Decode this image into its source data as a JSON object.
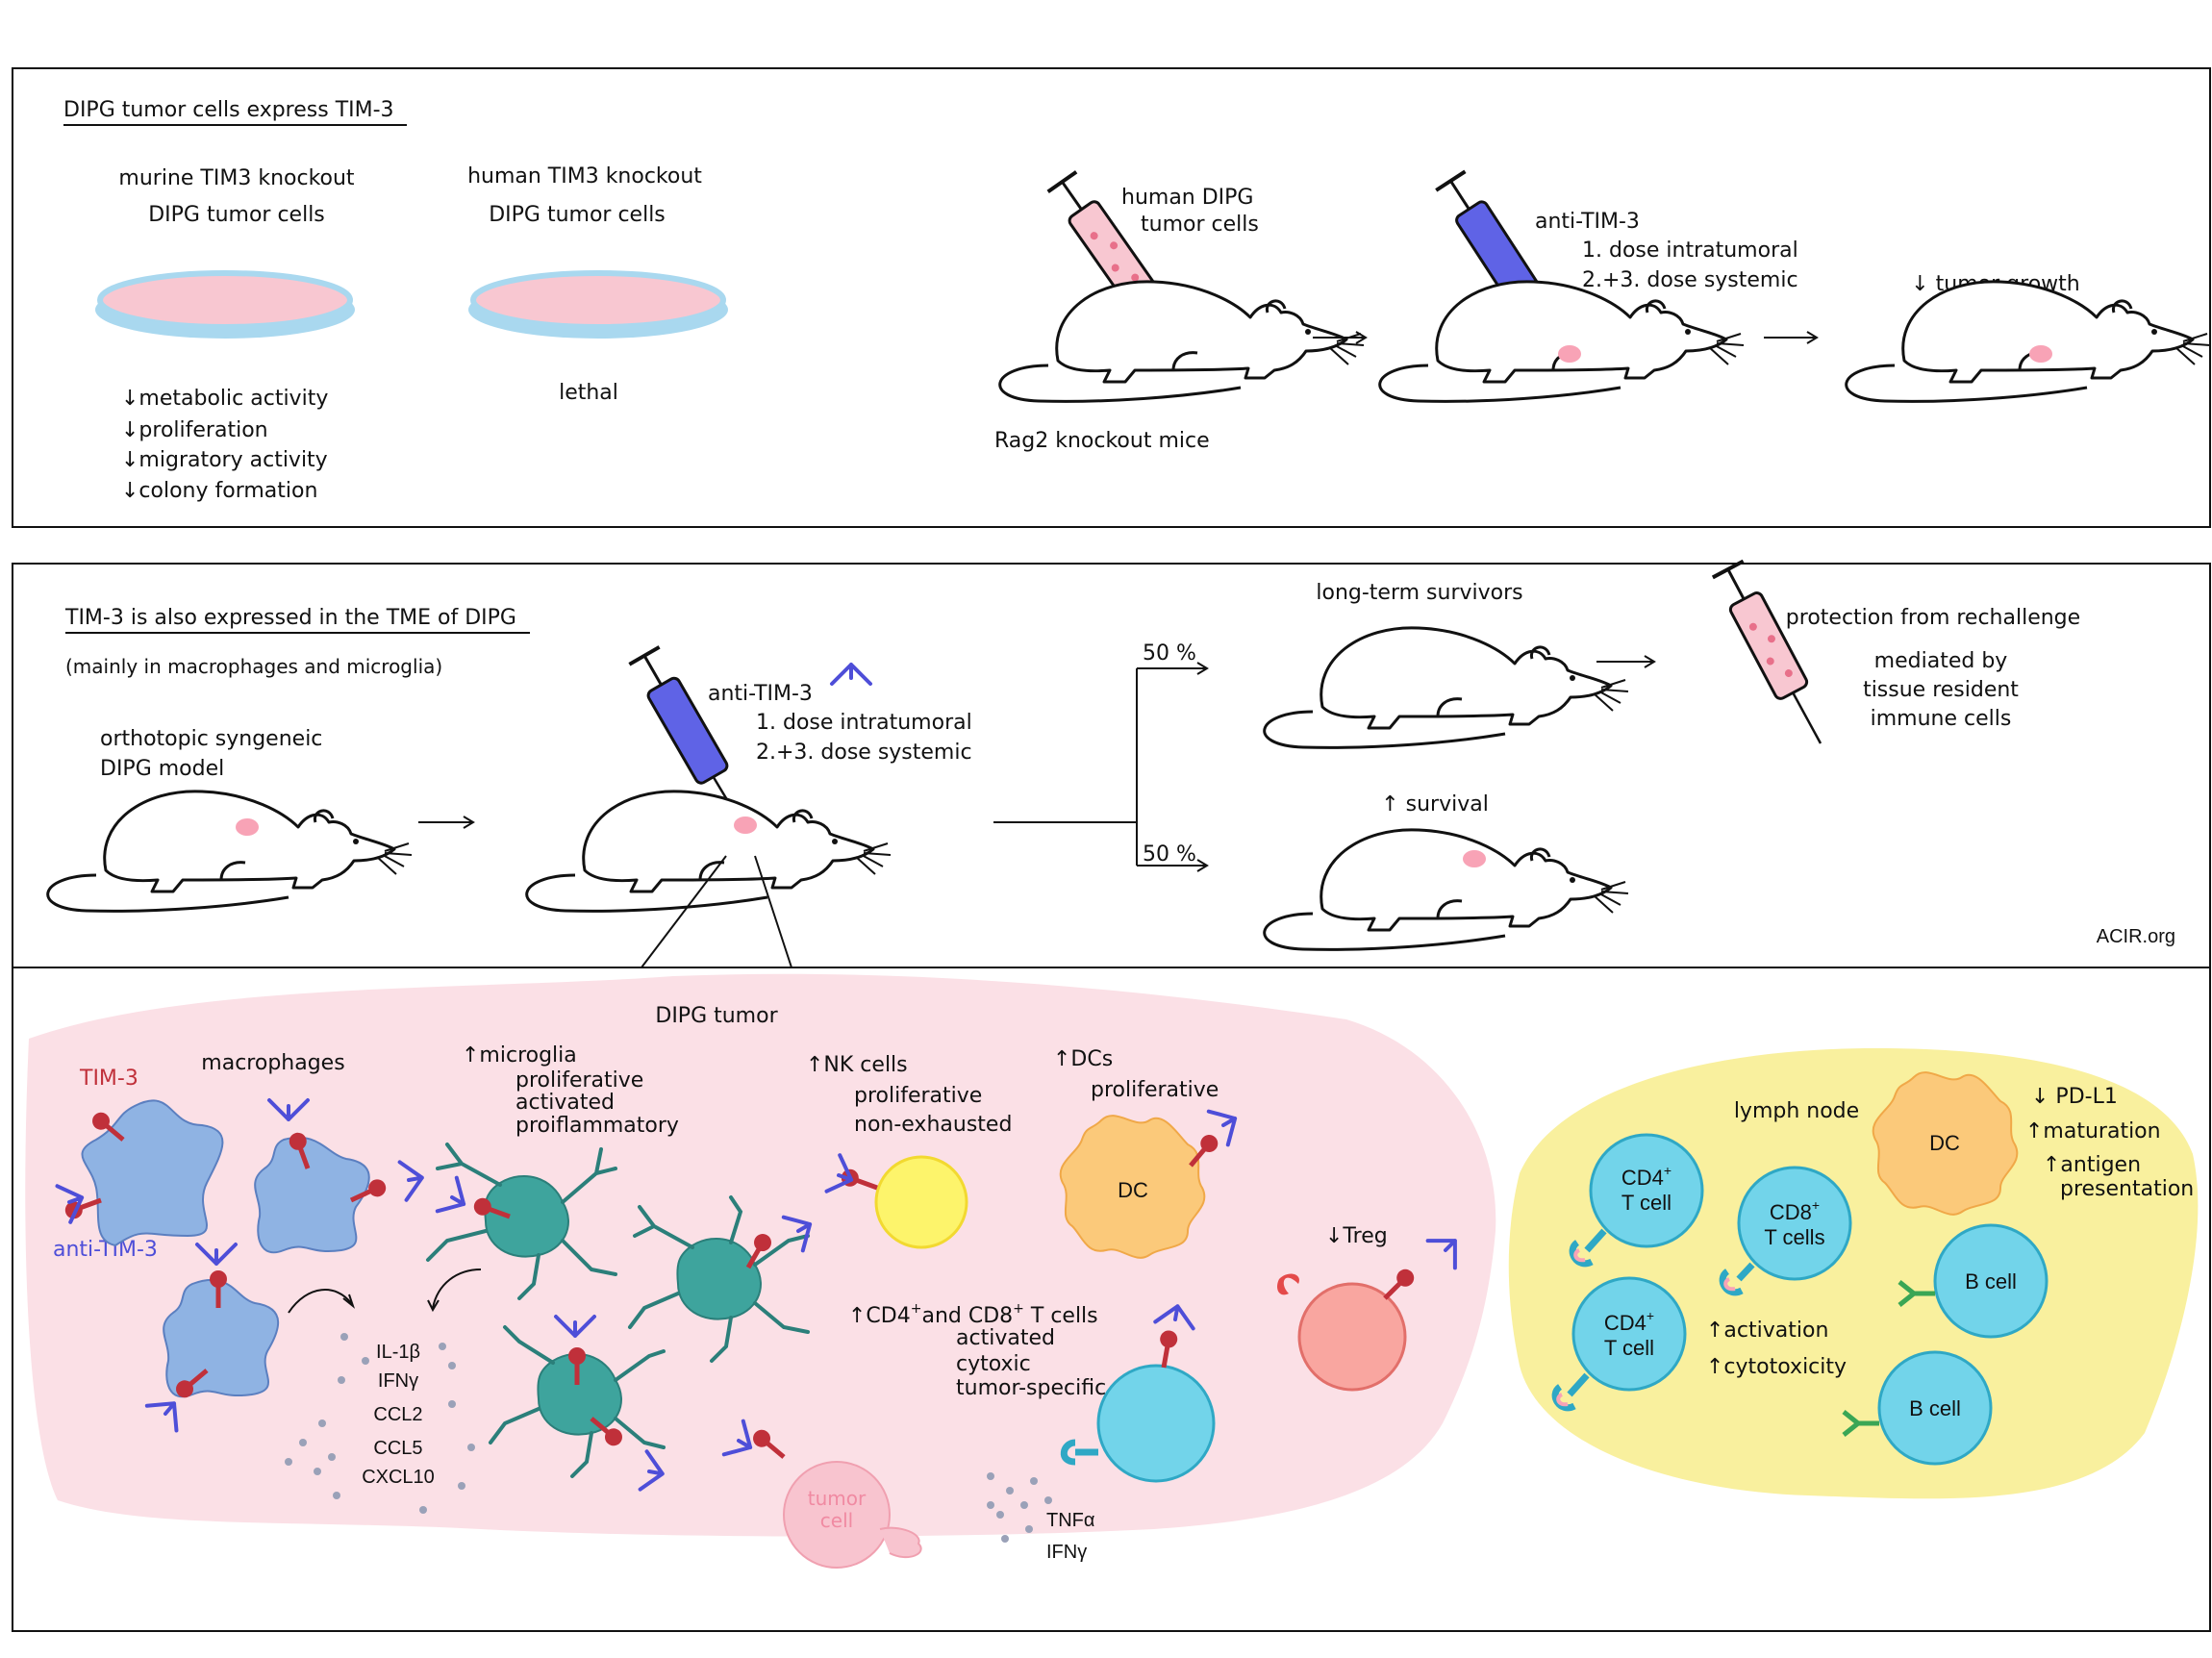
{
  "colors": {
    "tme_bg": "#fbe0e6",
    "lymph_bg": "#f9f09e",
    "macrophage": "#8fb3e3",
    "microglia": "#3ea49d",
    "nk": "#fdf46b",
    "dc": "#fbc97a",
    "tcell": "#72d4ea",
    "treg": "#f9a6a0",
    "tumor_cell": "#f8c4cf",
    "tim3": "#c0303a",
    "antibody": "#4e4ed8",
    "cytokine": "#9aa1b8",
    "petri": "#a9d8ef",
    "petri_fill": "#f8c7d1"
  },
  "panel1": {
    "title": "DIPG tumor cells express TIM-3",
    "dish1_label_l1": "murine  TIM3  knockout",
    "dish1_label_l2": "DIPG tumor cells",
    "dish2_label_l1": "human  TIM3  knockout",
    "dish2_label_l2": "DIPG tumor cells",
    "dish1_effects": [
      "↓metabolic activity",
      "↓proliferation",
      "↓migratory activity",
      "↓colony formation"
    ],
    "dish2_effect": "lethal",
    "syringe1_label_l1": "human  DIPG",
    "syringe1_label_l2": "tumor cells",
    "mice_label": "Rag2 knockout mice",
    "antibody_label": "anti-TIM-3",
    "dose1": "1. dose intratumoral",
    "dose23": "2.+3. dose systemic",
    "outcome": "↓ tumor growth"
  },
  "panel2": {
    "title": "TIM-3 is also expressed in the TME of DIPG",
    "subtitle": "(mainly in macrophages and microglia)",
    "model_l1": "orthotopic syngeneic",
    "model_l2": "DIPG model",
    "antibody_label": "anti-TIM-3",
    "dose1": "1. dose intratumoral",
    "dose23": "2.+3. dose systemic",
    "pct_top": "50 %",
    "pct_bottom": "50 %",
    "long_term": "long-term survivors",
    "survival": "↑ survival",
    "rechallenge": "protection from rechallenge",
    "mediated_l1": "mediated by",
    "mediated_l2": "tissue resident",
    "mediated_l3": "immune cells",
    "credit": "ACIR.org"
  },
  "panel3": {
    "tumor_title": "DIPG tumor",
    "tim3_label": "TIM-3",
    "anti_label": "anti-TIM-3",
    "macrophages": "macrophages",
    "microglia": [
      "↑microglia",
      "proliferative",
      "activated",
      "proiflammatory"
    ],
    "nk": [
      "↑NK cells",
      "proliferative",
      "non-exhausted"
    ],
    "dcs": [
      "↑DCs",
      "proliferative"
    ],
    "dc_cell": "DC",
    "treg": "↓Treg",
    "tcells_pre": "↑CD4",
    "tcells_mid": "and CD8",
    "tcells_post": " T cells",
    "sup_plus": "+",
    "tcells_props": [
      "activated",
      "cytoxic",
      "tumor-specific"
    ],
    "cytokines": [
      "IL-1β",
      "IFNγ",
      "CCL2",
      "CCL5",
      "CXCL10"
    ],
    "tumor_cell": [
      "tumor",
      "cell"
    ],
    "tnf": [
      "TNFα",
      "IFNγ"
    ],
    "lymph_node": "lymph node",
    "ln_dc": "DC",
    "ln_dc_effects": [
      "↓ PD-L1",
      "↑maturation",
      "↑antigen",
      "presentation"
    ],
    "cd4": "CD4",
    "cd8": "CD8",
    "tcell_word": "T cell",
    "tcells_word": "T cells",
    "activation": "↑activation",
    "cytotoxicity": "↑cytotoxicity",
    "bcell": "B cell"
  }
}
